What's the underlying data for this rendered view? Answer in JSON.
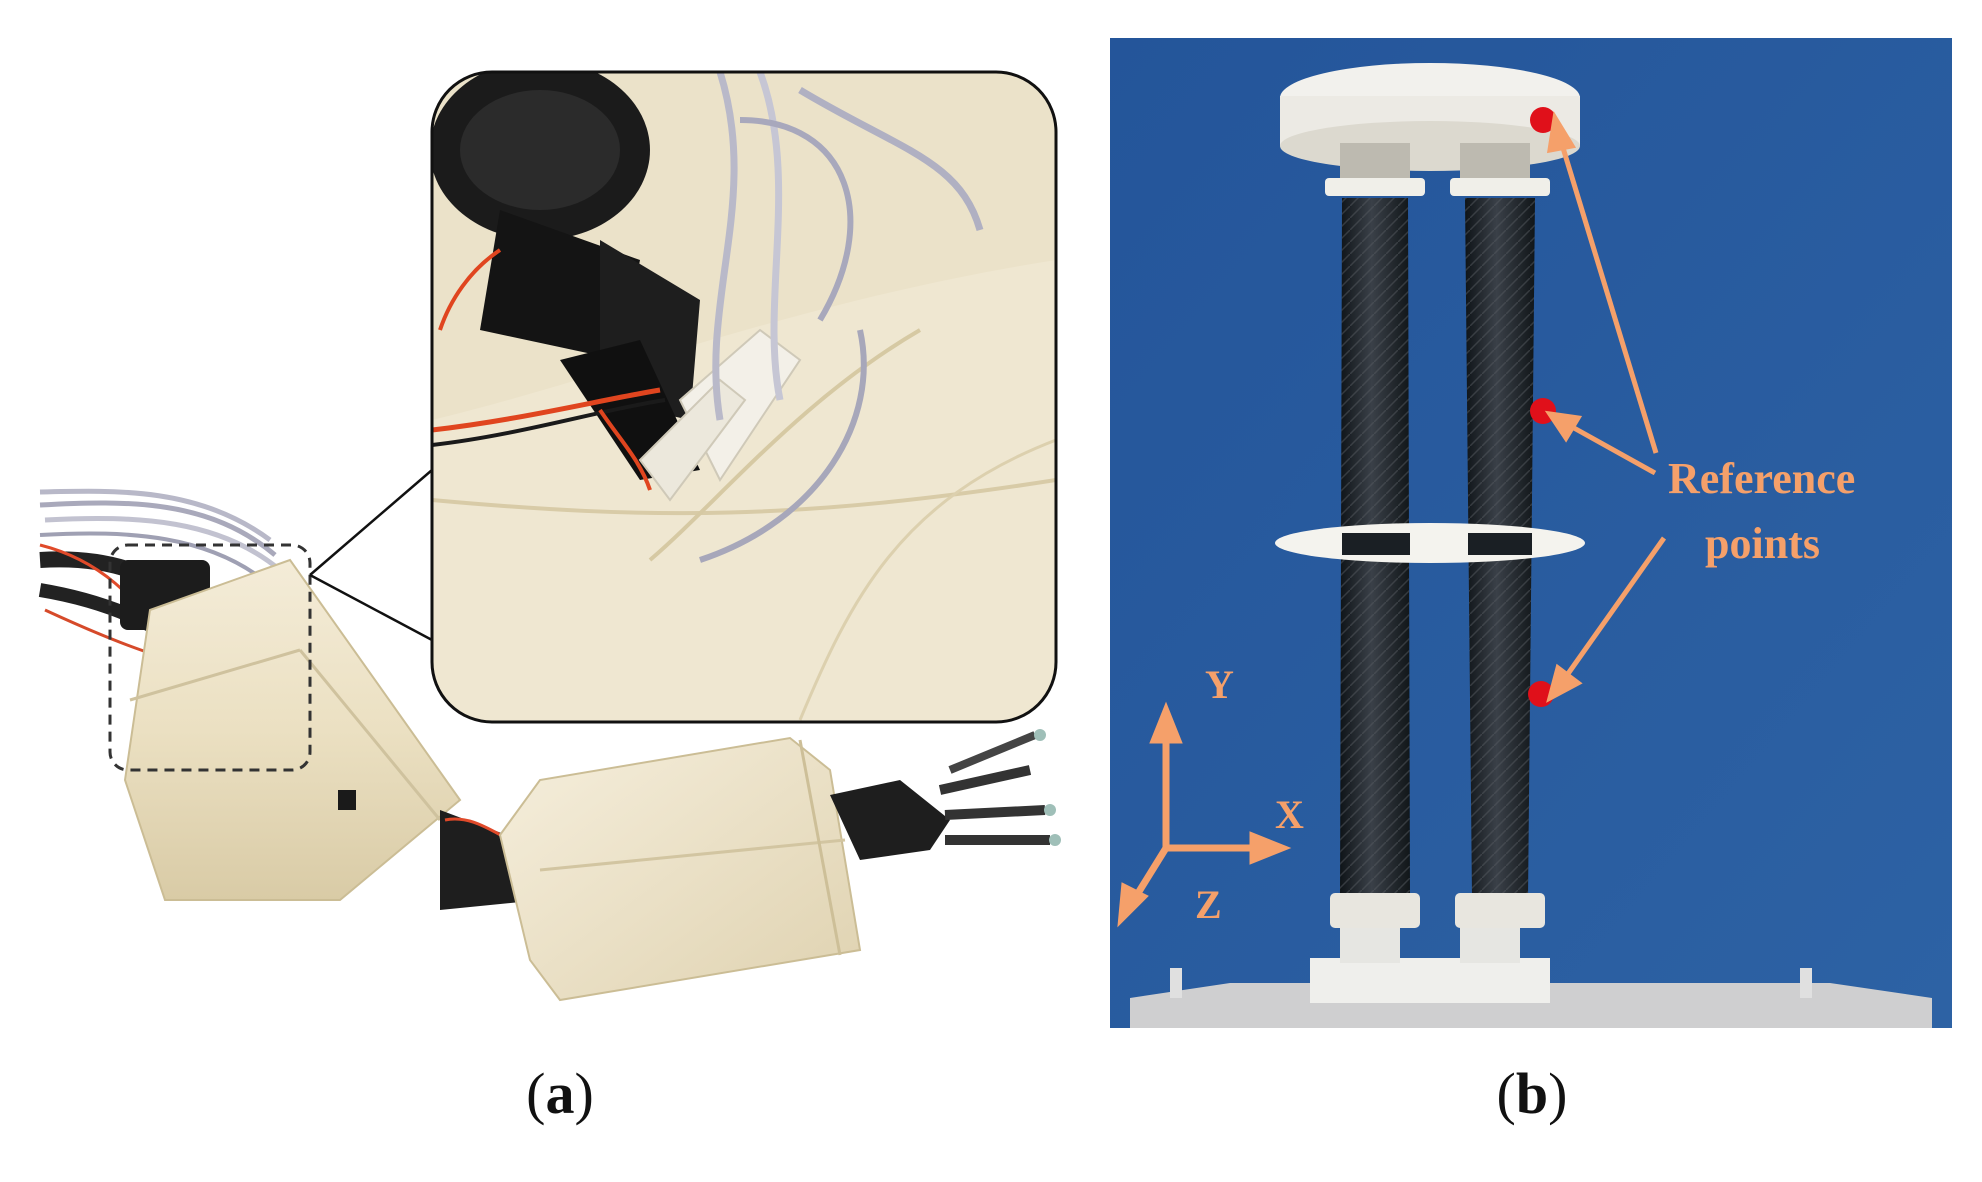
{
  "figure": {
    "panel_a": {
      "label_open": "(",
      "label_letter": "a",
      "label_close": ")"
    },
    "panel_b": {
      "label_open": "(",
      "label_letter": "b",
      "label_close": ")",
      "annotation_line1": "Reference",
      "annotation_line2": "points",
      "axis_y": "Y",
      "axis_x": "X",
      "axis_z": "Z",
      "colors": {
        "background": "#2a5d9c",
        "marker": "#e0101a",
        "annotation": "#f5a06a"
      }
    }
  }
}
